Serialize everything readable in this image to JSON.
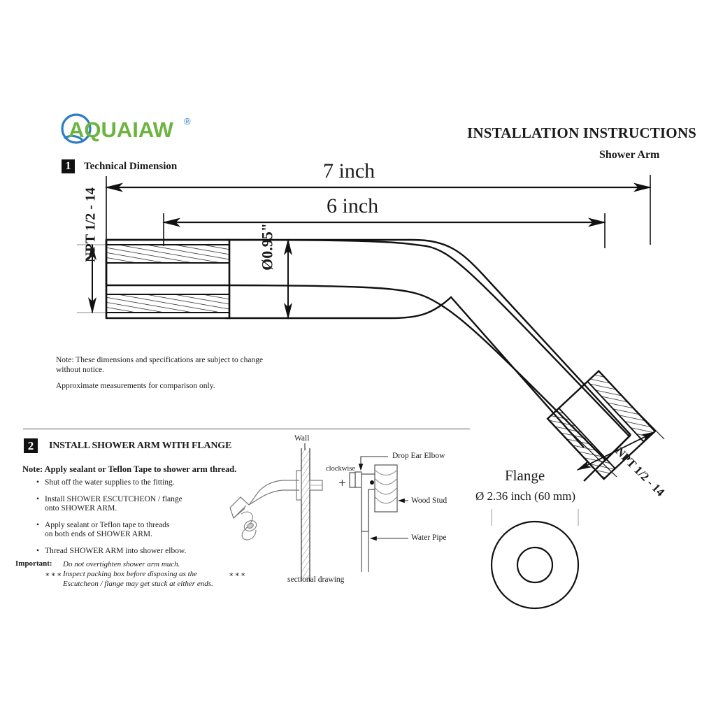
{
  "brand": {
    "name": "AQUAIAW",
    "trademark": "®",
    "text_color": "#6cb33f",
    "circle_color": "#2b7cc4"
  },
  "header": {
    "title": "INSTALLATION INSTRUCTIONS",
    "subtitle": "Shower Arm"
  },
  "section1": {
    "badge": "1",
    "title": "Technical Dimension",
    "dimensions": {
      "overall_length": "7 inch",
      "exposed_length": "6 inch",
      "thread_left": "NPT 1/2 - 14",
      "thread_right": "NPT 1/2 - 14",
      "diameter": "Ø0.95\""
    },
    "notes": [
      "Note: These dimensions and specifications are subject to change without notice.",
      "Approximate measurements for comparison only."
    ]
  },
  "section2": {
    "badge": "2",
    "title": "INSTALL SHOWER ARM WITH FLANGE",
    "note": "Note: Apply sealant or Teflon Tape to shower arm thread.",
    "bullets": [
      "Shut off the water supplies to the fitting.",
      "Install SHOWER ESCUTCHEON / flange onto SHOWER ARM.",
      "Apply sealant or Teflon tape to threads on both ends of SHOWER ARM.",
      "Thread SHOWER ARM into shower elbow."
    ],
    "bullet_lines": [
      [
        "Shut off the water supplies to the fitting."
      ],
      [
        "Install SHOWER ESCUTCHEON / flange",
        "onto SHOWER ARM."
      ],
      [
        "Apply sealant or Teflon tape to threads",
        "on both ends of SHOWER ARM."
      ],
      [
        "Thread SHOWER ARM into shower elbow."
      ]
    ],
    "important": {
      "label": "Important:",
      "lines": [
        "Do not overtighten shower arm much.",
        "Inspect packing box before disposing as the",
        "Escutcheon / flange may get stuck at either ends."
      ],
      "stars": "∗∗∗"
    },
    "sectional": {
      "wall": "Wall",
      "clockwise": "clockwise",
      "plus": "+",
      "drop_ear_elbow": "Drop Ear Elbow",
      "wood_stud": "Wood Stud",
      "water_pipe": "Water Pipe",
      "caption": "sectional drawing"
    }
  },
  "flange": {
    "title": "Flange",
    "diameter": "Ø 2.36 inch (60 mm)"
  },
  "colors": {
    "line": "#111111",
    "thin_line": "#555555",
    "paper": "#ffffff"
  }
}
